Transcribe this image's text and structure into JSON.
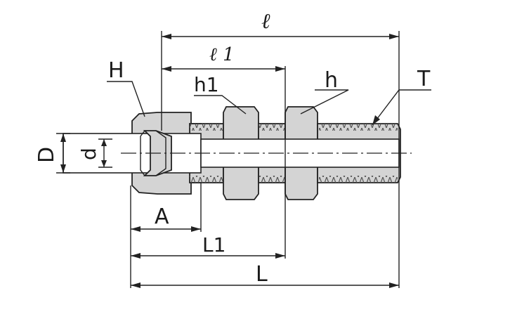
{
  "labels": {
    "l": "ℓ",
    "l1": "ℓ 1",
    "H": "H",
    "h1": "h1",
    "h": "h",
    "T": "T",
    "D": "D",
    "d": "d",
    "A": "A",
    "L1": "L1",
    "L": "L"
  },
  "colors": {
    "line": "#222222",
    "fill": "#d4d4d4",
    "background": "#ffffff"
  }
}
